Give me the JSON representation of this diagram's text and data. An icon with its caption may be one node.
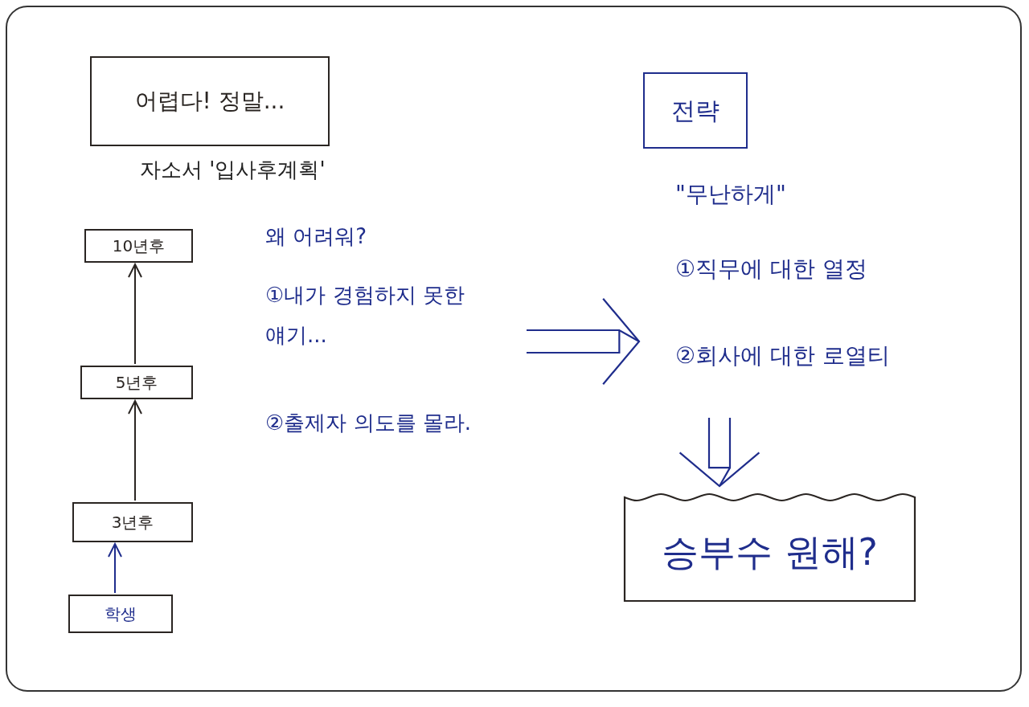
{
  "diagram": {
    "nodes": [
      {
        "text": [
          "어렵다! 정말..."
        ],
        "beside": [
          "자소서 '입사후계획'"
        ]
      },
      {
        "text": [
          "10년후"
        ]
      },
      {
        "text": [
          "5년후"
        ]
      },
      {
        "text": [
          "3년후"
        ]
      },
      {
        "text": [
          "학생"
        ]
      },
      {
        "text": [
          "왜 어려워?",
          "①내가 경험하지 못한 얘기...",
          "②출제자 의도를 몰라."
        ]
      },
      {
        "text": [
          "전략"
        ]
      },
      {
        "text": [
          "\"무난하게\"",
          "①직무에 대한 열정",
          "②회사에 대한 로열티"
        ]
      },
      {
        "text": [
          "승부수 원해?"
        ]
      }
    ],
    "edges": [
      {
        "from": 4,
        "to": 3,
        "arrow": "to",
        "color": "#1f2d8c"
      },
      {
        "from": 3,
        "to": 2,
        "arrow": "to",
        "color": "#2a2522"
      },
      {
        "from": 2,
        "to": 1,
        "arrow": "to",
        "color": "#2a2522"
      },
      {
        "from": 5,
        "to": 7,
        "arrow": "to",
        "color": "#1f2d8c"
      },
      {
        "from": 7,
        "to": 8,
        "arrow": "to",
        "color": "#1f2d8c"
      }
    ]
  }
}
